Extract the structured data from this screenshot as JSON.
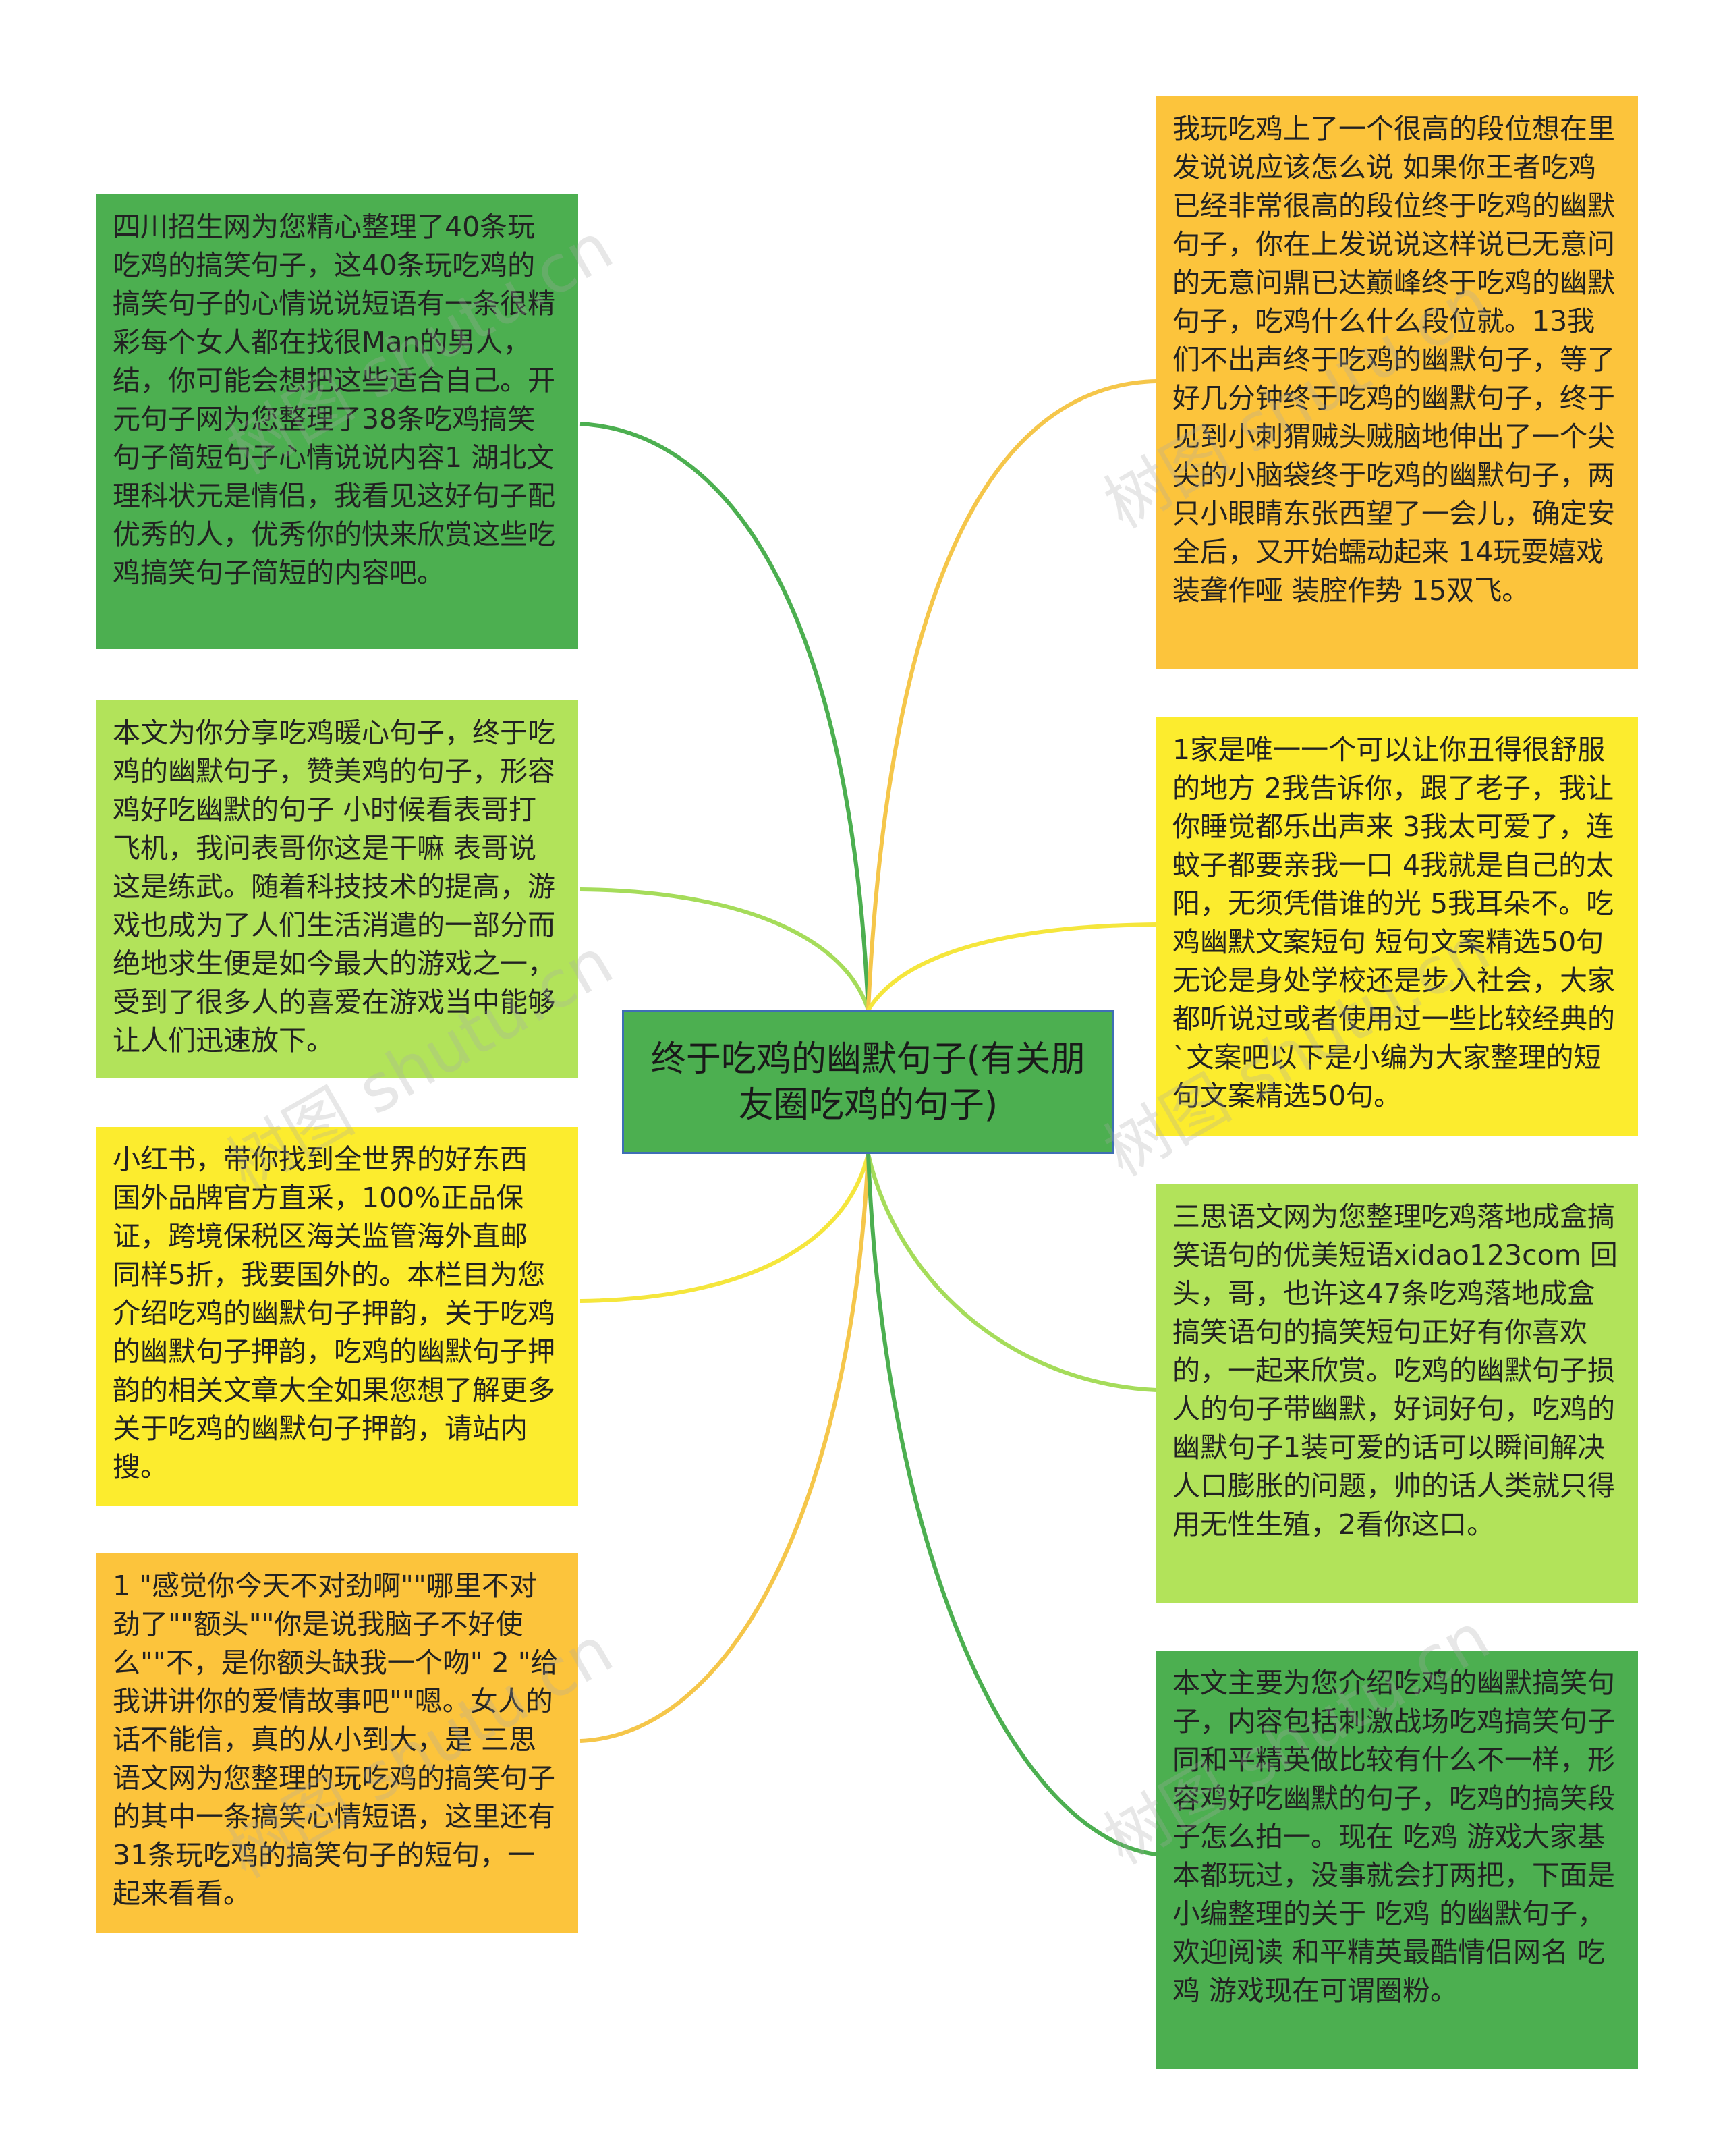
{
  "center": {
    "title": "终于吃鸡的幽默句子(有关朋友圈吃鸡的句子)"
  },
  "colors": {
    "green_dark": "#4caf50",
    "green_light": "#b2e35a",
    "yellow": "#fcec2e",
    "orange": "#fcc43c",
    "line_dark_green": "#4caf50",
    "line_light_green": "#a5dc5a",
    "line_yellow": "#f5e63c",
    "line_orange": "#f5c64a",
    "center_border": "#3f6fb4"
  },
  "watermark": {
    "text": "树图 shutu.cn"
  },
  "left_nodes": [
    {
      "color": "green-dark",
      "text": "四川招生网为您精心整理了40条玩吃鸡的搞笑句子，这40条玩吃鸡的搞笑句子的心情说说短语有一条很精彩每个女人都在找很Man的男人，结，你可能会想把这些适合自己。开元句子网为您整理了38条吃鸡搞笑句子简短句子心情说说内容1 湖北文理科状元是情侣，我看见这好句子配优秀的人，优秀你的快来欣赏这些吃鸡搞笑句子简短的内容吧。"
    },
    {
      "color": "green-light",
      "text": "本文为你分享吃鸡暖心句子，终于吃鸡的幽默句子，赞美鸡的句子，形容鸡好吃幽默的句子 小时候看表哥打飞机，我问表哥你这是干嘛 表哥说这是练武。随着科技技术的提高，游戏也成为了人们生活消遣的一部分而绝地求生便是如今最大的游戏之一，受到了很多人的喜爱在游戏当中能够让人们迅速放下。"
    },
    {
      "color": "yellow",
      "text": "小红书，带你找到全世界的好东西 国外品牌官方直采，100%正品保证，跨境保税区海关监管海外直邮 同样5折，我要国外的。本栏目为您介绍吃鸡的幽默句子押韵，关于吃鸡的幽默句子押韵，吃鸡的幽默句子押韵的相关文章大全如果您想了解更多关于吃鸡的幽默句子押韵，请站内搜。"
    },
    {
      "color": "orange",
      "text": "1 \"感觉你今天不对劲啊\"\"哪里不对劲了\"\"额头\"\"你是说我脑子不好使么\"\"不，是你额头缺我一个吻\" 2 \"给我讲讲你的爱情故事吧\"\"嗯。女人的话不能信，真的从小到大，是 三思语文网为您整理的玩吃鸡的搞笑句子的其中一条搞笑心情短语，这里还有31条玩吃鸡的搞笑句子的短句，一起来看看。"
    }
  ],
  "right_nodes": [
    {
      "color": "orange",
      "text": "我玩吃鸡上了一个很高的段位想在里发说说应该怎么说 如果你王者吃鸡已经非常很高的段位终于吃鸡的幽默句子，你在上发说说这样说已无意问的无意问鼎已达巅峰终于吃鸡的幽默句子，吃鸡什么什么段位就。13我们不出声终于吃鸡的幽默句子，等了好几分钟终于吃鸡的幽默句子，终于见到小刺猬贼头贼脑地伸出了一个尖尖的小脑袋终于吃鸡的幽默句子，两只小眼睛东张西望了一会儿，确定安全后，又开始蠕动起来 14玩耍嬉戏 装聋作哑 装腔作势 15双飞。"
    },
    {
      "color": "yellow",
      "text": "1家是唯一一个可以让你丑得很舒服的地方 2我告诉你，跟了老子，我让你睡觉都乐出声来 3我太可爱了，连蚊子都要亲我一口 4我就是自己的太阳，无须凭借谁的光 5我耳朵不。吃鸡幽默文案短句 短句文案精选50句 无论是身处学校还是步入社会，大家都听说过或者使用过一些比较经典的`文案吧以下是小编为大家整理的短句文案精选50句。"
    },
    {
      "color": "green-light",
      "text": "三思语文网为您整理吃鸡落地成盒搞笑语句的优美短语xidao123com 回头，哥，也许这47条吃鸡落地成盒搞笑语句的搞笑短句正好有你喜欢的，一起来欣赏。吃鸡的幽默句子损人的句子带幽默，好词好句，吃鸡的幽默句子1装可爱的话可以瞬间解决人口膨胀的问题，帅的话人类就只得用无性生殖，2看你这口。"
    },
    {
      "color": "green-dark",
      "text": "本文主要为您介绍吃鸡的幽默搞笑句子，内容包括刺激战场吃鸡搞笑句子同和平精英做比较有什么不一样，形容鸡好吃幽默的句子，吃鸡的搞笑段子怎么拍一。现在 吃鸡 游戏大家基本都玩过，没事就会打两把，下面是小编整理的关于 吃鸡 的幽默句子，欢迎阅读 和平精英最酷情侣网名 吃鸡 游戏现在可谓圈粉。"
    }
  ]
}
